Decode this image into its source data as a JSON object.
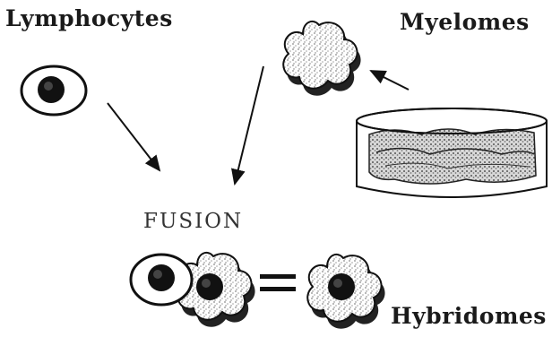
{
  "diagram": {
    "labels": {
      "lymphocytes": "Lymphocytes",
      "myelomes": "Myelomes",
      "fusion": "FUSION",
      "hybridomes": "Hybridomes"
    },
    "equals_sign": "="
  },
  "colors": {
    "ink": "#111111",
    "stipple": "#9a9a9a",
    "shadow": "#555555"
  }
}
